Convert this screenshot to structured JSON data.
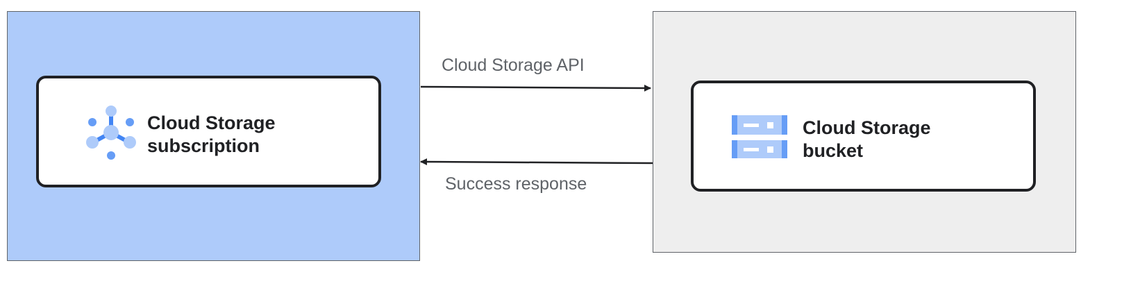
{
  "left_panel": {
    "color": "#aecbfa",
    "card_title_line1": "Cloud Storage",
    "card_title_line2": "subscription",
    "icon": "pubsub-subscription-icon"
  },
  "right_panel": {
    "color": "#eeeeee",
    "card_title_line1": "Cloud Storage",
    "card_title_line2": "bucket",
    "icon": "storage-bucket-icon"
  },
  "arrows": {
    "request_label": "Cloud Storage API",
    "response_label": "Success response"
  }
}
